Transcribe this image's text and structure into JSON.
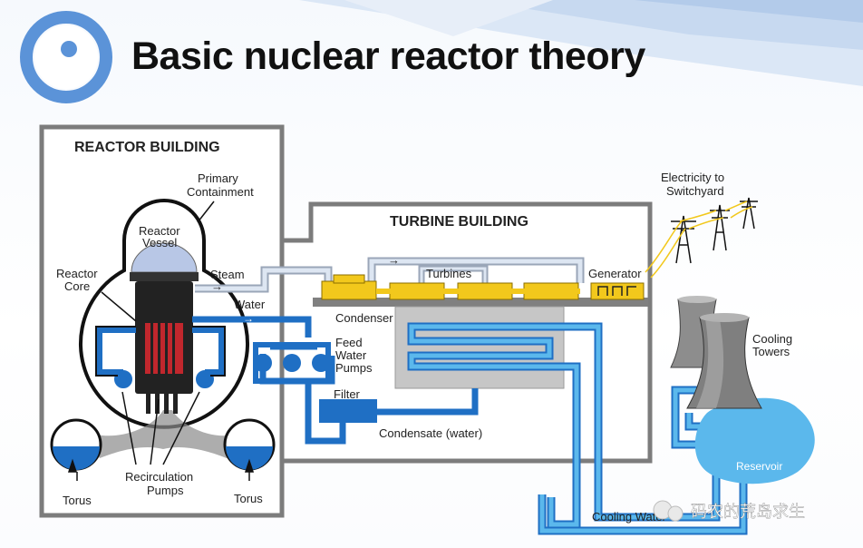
{
  "slide": {
    "title": "Basic nuclear reactor theory"
  },
  "diagram": {
    "reactor_building": "REACTOR BUILDING",
    "turbine_building": "TURBINE BUILDING",
    "primary_containment": [
      "Primary",
      "Containment"
    ],
    "reactor_vessel": [
      "Reactor",
      "Vessel"
    ],
    "reactor_core": [
      "Reactor",
      "Core"
    ],
    "steam": "Steam",
    "water": "Water",
    "turbines": "Turbines",
    "generator": "Generator",
    "condenser": "Condenser",
    "feed_water_pumps": [
      "Feed",
      "Water",
      "Pumps"
    ],
    "filter": "Filter",
    "condensate": "Condensate (water)",
    "recirculation_pumps": [
      "Recirculation",
      "Pumps"
    ],
    "torus_left": "Torus",
    "torus_right": "Torus",
    "electricity": [
      "Electricity to",
      "Switchyard"
    ],
    "cooling_towers": [
      "Cooling",
      "Towers"
    ],
    "reservoir": "Reservoir",
    "cooling_water": "Cooling Water"
  },
  "watermark": {
    "text": "码农的荒岛求生"
  },
  "colors": {
    "water_blue": "#1f6fc4",
    "light_blue": "#5bb8ec",
    "turbine_yellow": "#f2c81c",
    "wall_gray": "#7c7c7c"
  }
}
